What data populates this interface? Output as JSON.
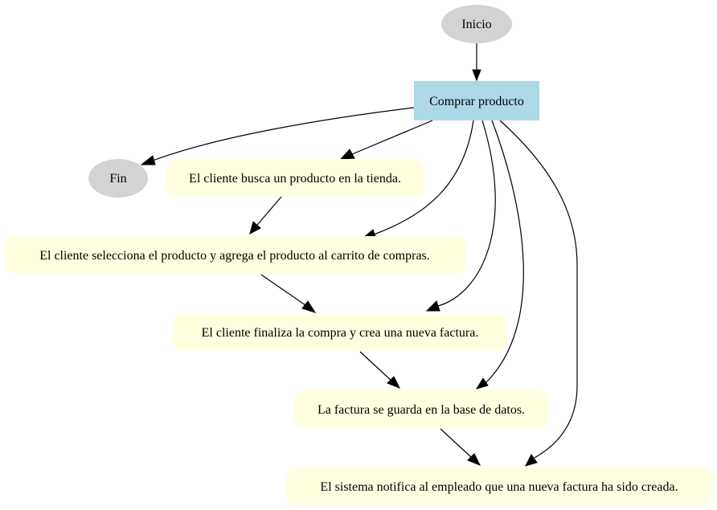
{
  "diagram": {
    "colors": {
      "terminal_fill": "#d3d3d3",
      "process_fill": "#add8e6",
      "step_fill": "#ffffe0",
      "edge": "#000000"
    },
    "nodes": {
      "inicio": "Inicio",
      "comprar": "Comprar producto",
      "fin": "Fin",
      "step1": "El cliente busca un producto en la tienda.",
      "step2": "El cliente selecciona el producto y agrega el producto al carrito de compras.",
      "step3": "El cliente finaliza la compra y crea una nueva factura.",
      "step4": "La factura se guarda en la base de datos.",
      "step5": "El sistema notifica al empleado que una nueva factura ha sido creada."
    }
  }
}
